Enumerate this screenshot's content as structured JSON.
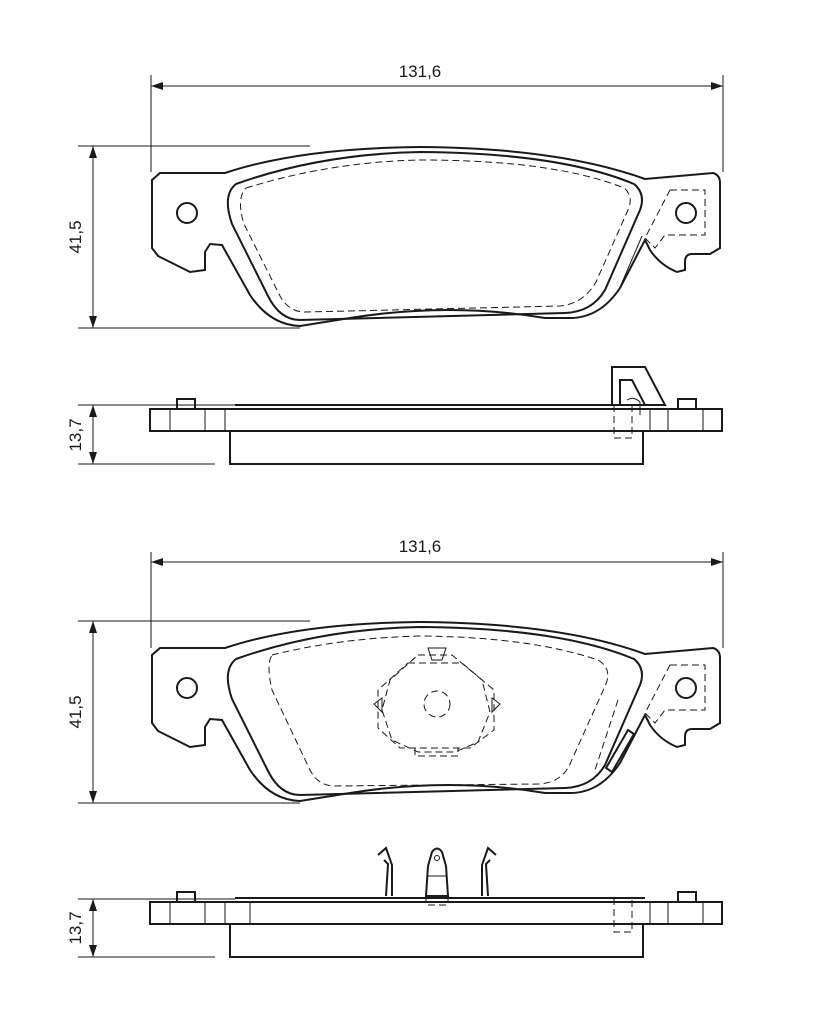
{
  "dimensions": {
    "view1_width": "131,6",
    "view1_height": "41,5",
    "view2_thickness": "13,7",
    "view3_width": "131,6",
    "view3_height": "41,5",
    "view4_thickness": "13,7"
  },
  "colors": {
    "line": "#1a1a1a",
    "background": "#ffffff"
  }
}
